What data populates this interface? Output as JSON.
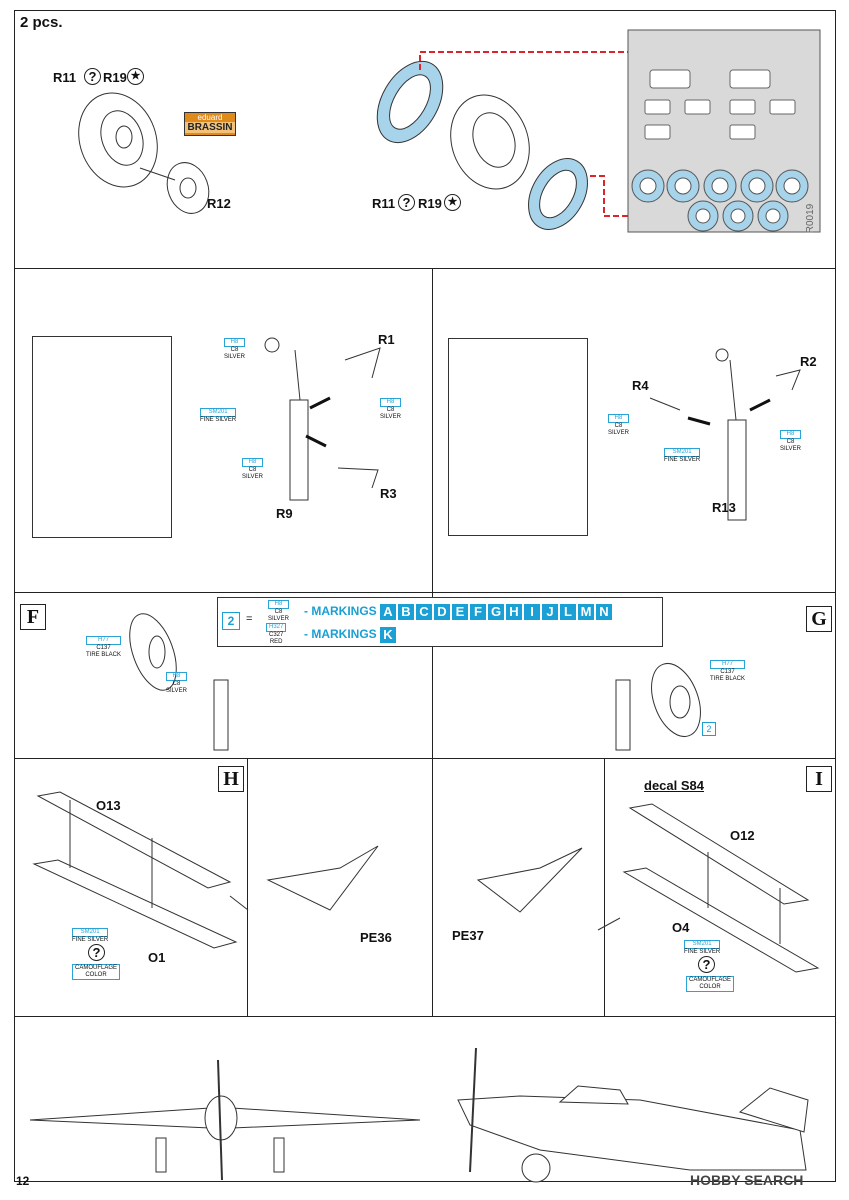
{
  "header": {
    "qty": "2 pcs."
  },
  "brand": {
    "line1": "eduard",
    "line2": "BRASSIN"
  },
  "labels": {
    "r11": "R11",
    "r19": "R19",
    "r12": "R12",
    "r11b": "R11",
    "r19b": "R19",
    "r1": "R1",
    "r3": "R3",
    "r9": "R9",
    "r2": "R2",
    "r4": "R4",
    "r13": "R13",
    "o13": "O13",
    "o1": "O1",
    "o12": "O12",
    "o4": "O4",
    "pe36": "PE36",
    "pe37": "PE37",
    "decal": "decal S84",
    "mask_code": "R0019"
  },
  "steps": {
    "f": "F",
    "g": "G",
    "h": "H",
    "i": "I"
  },
  "paints": {
    "h8": {
      "code": "H8",
      "gsi": "C8",
      "name": "SILVER"
    },
    "sm201": {
      "code": "SM201",
      "name": "FINE SILVER"
    },
    "h77": {
      "code": "H77",
      "gsi": "C137",
      "name": "TIRE BLACK"
    },
    "h327": {
      "code": "H327",
      "gsi": "C327",
      "name": "RED"
    },
    "camo": "CAMOUFLAGE COLOR"
  },
  "markings": {
    "num": "2",
    "eq": "=",
    "dash1": "- MARKINGS",
    "dash2": "- MARKINGS",
    "letters1": [
      "A",
      "B",
      "C",
      "D",
      "E",
      "F",
      "G",
      "H",
      "I",
      "J",
      "L",
      "M",
      "N"
    ],
    "letters2": [
      "K"
    ]
  },
  "footer": {
    "page": "12",
    "watermark": "HOBBY SEARCH",
    "q": "?",
    "sym": "★",
    "badge2": "2"
  }
}
